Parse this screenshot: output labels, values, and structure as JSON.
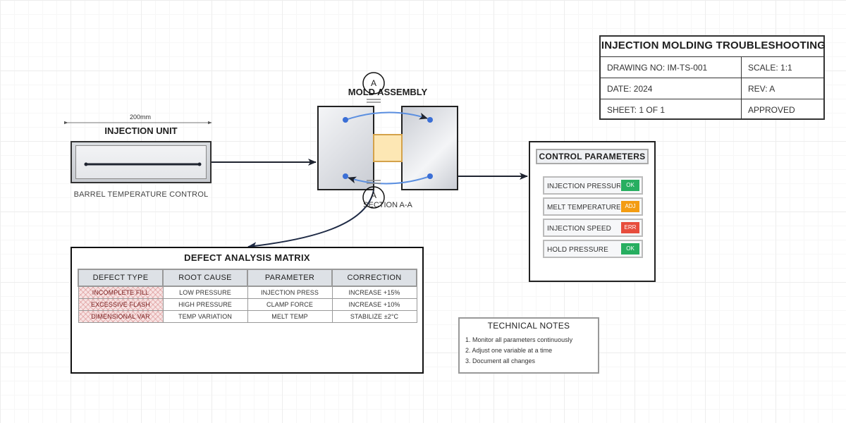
{
  "title_block": {
    "title": "INJECTION MOLDING TROUBLESHOOTING",
    "drawing_no": "DRAWING NO: IM-TS-001",
    "scale": "SCALE: 1:1",
    "date": "DATE: 2024",
    "rev": "REV: A",
    "sheet": "SHEET: 1 OF 1",
    "approved": "APPROVED"
  },
  "injection_unit": {
    "dimension": "200mm",
    "title": "INJECTION UNIT",
    "caption": "BARREL TEMPERATURE CONTROL"
  },
  "mold": {
    "title": "MOLD ASSEMBLY",
    "section_marker_top": "A",
    "section_marker_bottom": "A",
    "section_label": "SECTION A-A"
  },
  "control_parameters": {
    "title": "CONTROL PARAMETERS",
    "items": [
      {
        "name": "INJECTION PRESSURE",
        "status": "OK",
        "color": "#27ae60"
      },
      {
        "name": "MELT TEMPERATURE",
        "status": "ADJ",
        "color": "#f39c12"
      },
      {
        "name": "INJECTION SPEED",
        "status": "ERR",
        "color": "#e74c3c"
      },
      {
        "name": "HOLD PRESSURE",
        "status": "OK",
        "color": "#27ae60"
      }
    ]
  },
  "defect_matrix": {
    "title": "DEFECT ANALYSIS MATRIX",
    "headers": [
      "DEFECT TYPE",
      "ROOT CAUSE",
      "PARAMETER",
      "CORRECTION"
    ],
    "rows": [
      [
        "INCOMPLETE FILL",
        "LOW PRESSURE",
        "INJECTION PRESS",
        "INCREASE +15%"
      ],
      [
        "EXCESSIVE FLASH",
        "HIGH PRESSURE",
        "CLAMP FORCE",
        "INCREASE +10%"
      ],
      [
        "DIMENSIONAL VAR",
        "TEMP VARIATION",
        "MELT TEMP",
        "STABILIZE ±2°C"
      ]
    ]
  },
  "technical_notes": {
    "title": "TECHNICAL NOTES",
    "lines": [
      "1. Monitor all parameters continuously",
      "2. Adjust one variable at a time",
      "3. Document all changes"
    ]
  }
}
